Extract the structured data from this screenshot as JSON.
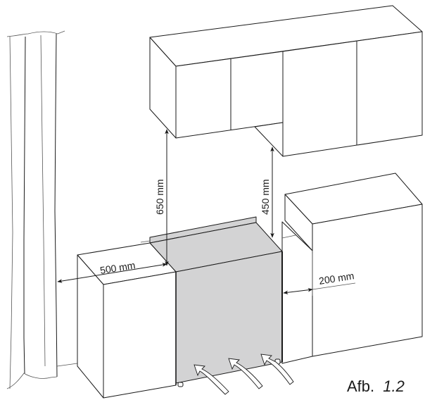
{
  "figure": {
    "caption_prefix": "Afb.",
    "caption_number": "1.2"
  },
  "dimensions": {
    "height_left": "650 mm",
    "height_right": "450 mm",
    "side_left": "500 mm",
    "side_right": "200 mm"
  },
  "colors": {
    "appliance_fill": "#d3d3d4",
    "line": "#1a1a1a",
    "background": "#ffffff"
  },
  "elements": {
    "curtain": "curtain",
    "wall_cabinets": "upper wall cabinets",
    "left_base_cabinet": "left base cabinet",
    "cooker": "cooker appliance",
    "right_tall_cabinet": "right cabinet",
    "airflow_arrows": 3
  }
}
